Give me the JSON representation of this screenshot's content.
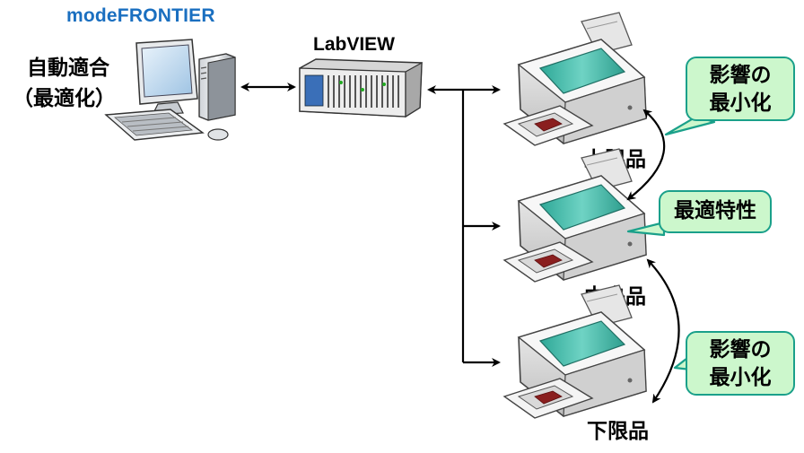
{
  "software": {
    "optimizer_name": "modeFRONTIER",
    "optimizer_label_line1": "自動適合",
    "optimizer_label_line2": "（最適化）",
    "controller_name": "LabVIEW"
  },
  "printers": [
    {
      "label": "上限品"
    },
    {
      "label": "中央品"
    },
    {
      "label": "下限品"
    }
  ],
  "callouts": {
    "top_line1": "影響の",
    "top_line2": "最小化",
    "middle": "最適特性",
    "bottom_line1": "影響の",
    "bottom_line2": "最小化"
  },
  "colors": {
    "title_blue": "#1a6fc0",
    "callout_fill": "#ccf7cc",
    "callout_border": "#1aa08a",
    "printer_accent": "#3fb5a5"
  }
}
